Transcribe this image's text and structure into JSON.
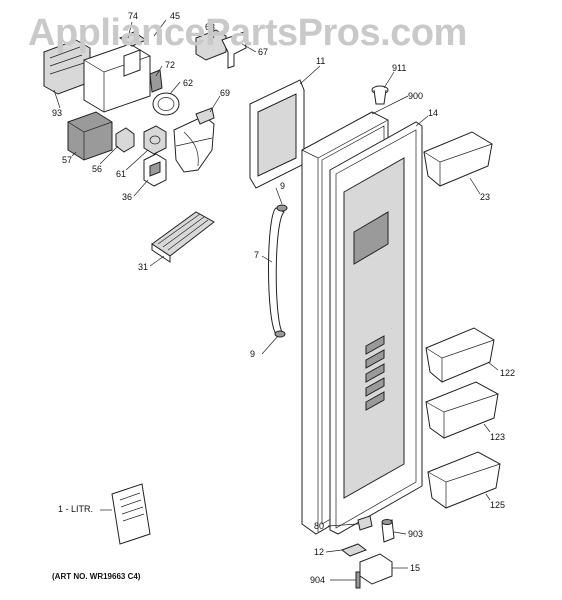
{
  "watermark": "AppliancePartsPros.com",
  "art_number": "(ART NO. WR19663 C4)",
  "parts": {
    "p74": "74",
    "p45": "45",
    "p63": "63",
    "p67": "67",
    "p72": "72",
    "p62": "62",
    "p69": "69",
    "p93": "93",
    "p57": "57",
    "p56": "56",
    "p61": "61",
    "p36": "36",
    "p11": "11",
    "p911": "911",
    "p900": "900",
    "p14": "14",
    "p23": "23",
    "p9a": "9",
    "p7": "7",
    "p31": "31",
    "p9b": "9",
    "p122": "122",
    "p123": "123",
    "p125": "125",
    "p1litr": "1 - LITR.",
    "p80": "80",
    "p903": "903",
    "p12": "12",
    "p15": "15",
    "p904": "904"
  }
}
